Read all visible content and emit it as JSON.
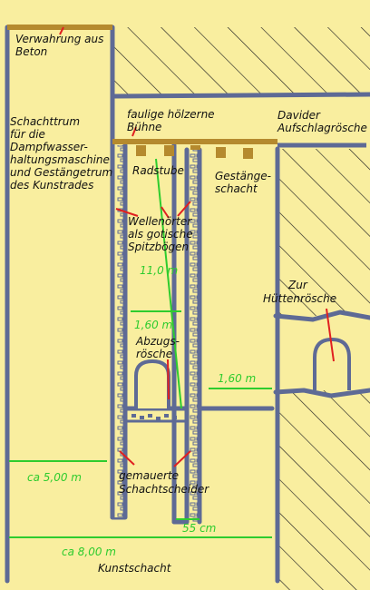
{
  "labels": {
    "verwahrung": [
      "Verwahrung aus",
      "Beton"
    ],
    "schachttrum": [
      "Schachttrum",
      "für die",
      "Dampfwasser-",
      "haltungsmaschine",
      "und Gestängetrum",
      "des Kunstrades"
    ],
    "buehne": [
      "faulige hölzerne",
      "Bühne"
    ],
    "davider": [
      "Davider",
      "Aufschlagrösche"
    ],
    "radstube": [
      "Radstube"
    ],
    "gestaenge": [
      "Gestänge-",
      "schacht"
    ],
    "wellenoerter": [
      "Wellenörter",
      "als gotische",
      "Spitzbögen"
    ],
    "huettenroesche": [
      "Zur",
      "Hüttenrösche"
    ],
    "abzugsroesche": [
      "Abzugs-",
      "rösche"
    ],
    "schachtscheider": [
      "gemauerte",
      "Schachtscheider"
    ],
    "kunstschacht": [
      "Kunstschacht"
    ]
  },
  "dimensions": {
    "d1": "11,0 m",
    "d2": "1,60 m",
    "d3": "1,60 m",
    "d4": "ca 5,00 m",
    "d5": "55 cm",
    "d6": "ca 8,00 m"
  },
  "colors": {
    "background": "#f9ee9f",
    "wall": "#5e6a95",
    "wood": "#b58a2e",
    "dimension": "#2ecc2e",
    "pointer": "#e02020",
    "hatch": "#222222"
  }
}
